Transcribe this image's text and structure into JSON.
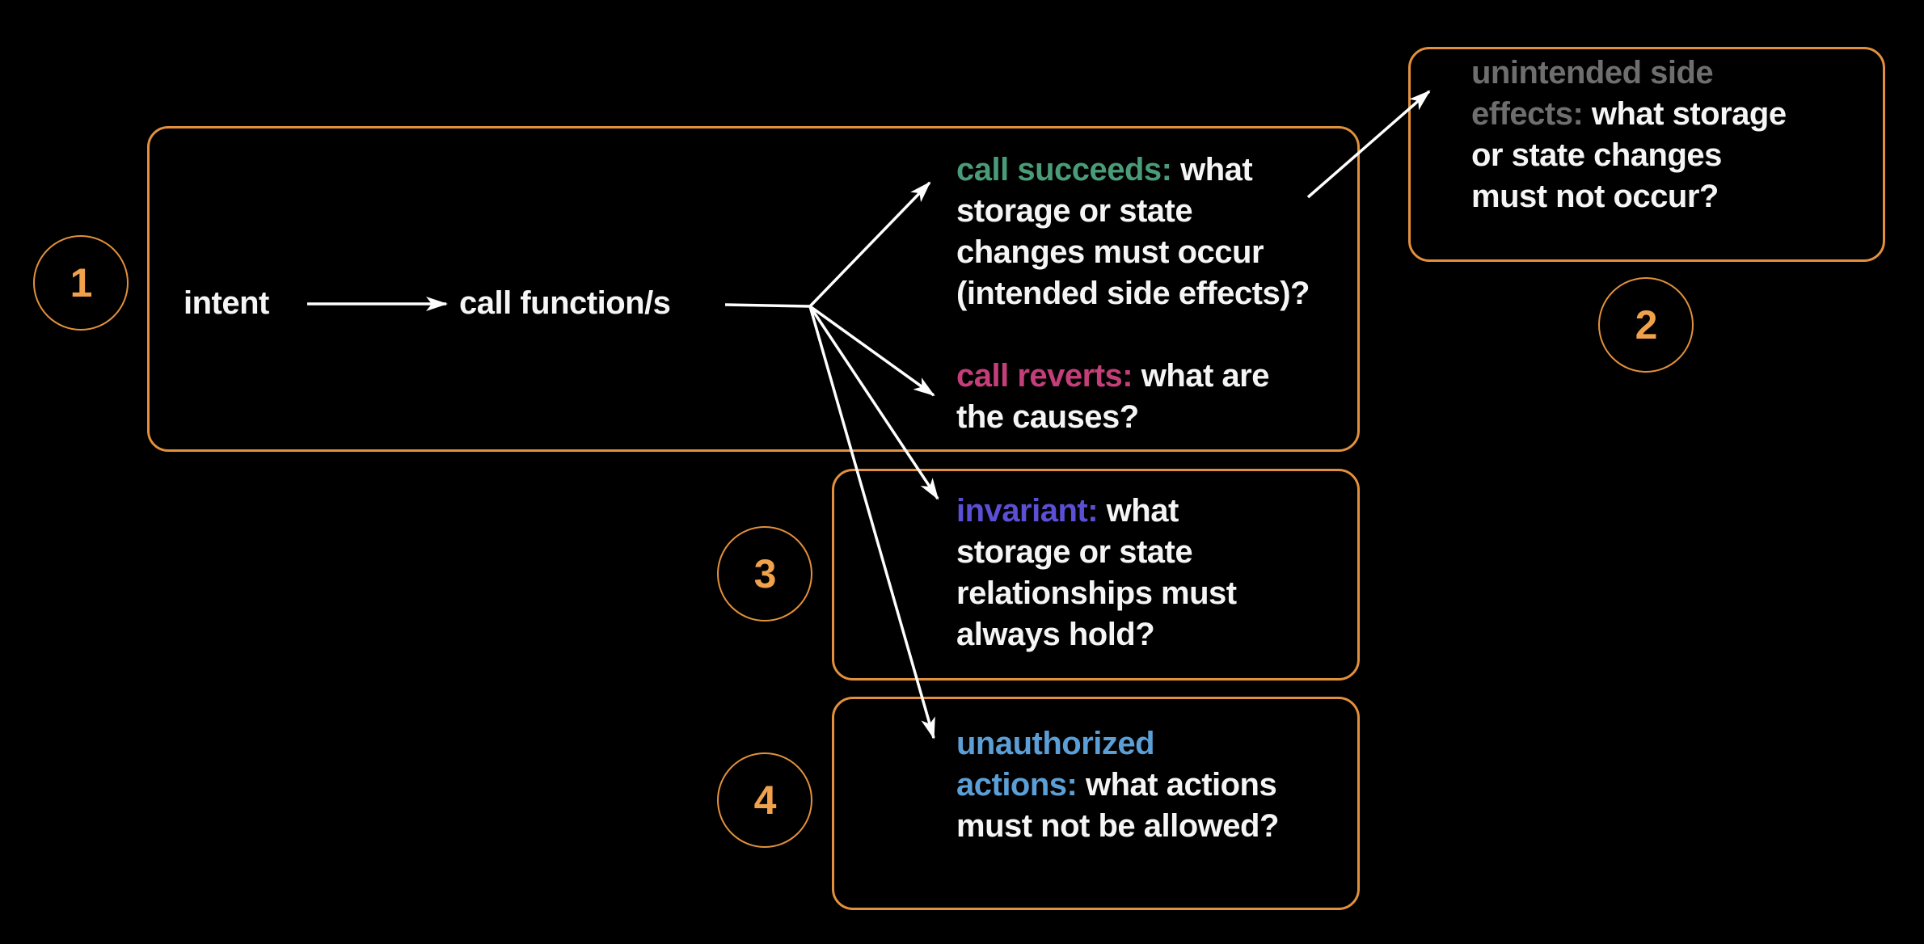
{
  "colors": {
    "background": "#000000",
    "accent": "#e2903c",
    "number": "#f0a14c",
    "text": "#f5f5f5",
    "green": "#4a9b78",
    "pink": "#c43e7a",
    "purple": "#5b4fd6",
    "blue": "#5b9fd6",
    "gray": "#6e6e6e",
    "arrow": "#ffffff"
  },
  "badges": {
    "b1": "1",
    "b2": "2",
    "b3": "3",
    "b4": "4"
  },
  "flow": {
    "intent_label": "intent",
    "call_label": "call function/s"
  },
  "blocks": {
    "succeeds": {
      "lines": [
        [
          {
            "t": "call succeeds:",
            "c": "green"
          },
          {
            "t": " what",
            "c": "text"
          }
        ],
        [
          {
            "t": "storage or state",
            "c": "text"
          }
        ],
        [
          {
            "t": "changes must occur",
            "c": "text"
          }
        ],
        [
          {
            "t": "(intended side effects)?",
            "c": "text"
          }
        ]
      ]
    },
    "reverts": {
      "lines": [
        [
          {
            "t": "call reverts:",
            "c": "pink"
          },
          {
            "t": " what are",
            "c": "text"
          }
        ],
        [
          {
            "t": "the causes?",
            "c": "text"
          }
        ]
      ]
    },
    "unintended": {
      "lines": [
        [
          {
            "t": "unintended side",
            "c": "gray"
          }
        ],
        [
          {
            "t": "effects:",
            "c": "gray"
          },
          {
            "t": " what storage",
            "c": "text"
          }
        ],
        [
          {
            "t": "or state changes",
            "c": "text"
          }
        ],
        [
          {
            "t": "must not occur?",
            "c": "text"
          }
        ]
      ]
    },
    "invariant": {
      "lines": [
        [
          {
            "t": "invariant:",
            "c": "purple"
          },
          {
            "t": " what",
            "c": "text"
          }
        ],
        [
          {
            "t": "storage or state",
            "c": "text"
          }
        ],
        [
          {
            "t": "relationships must",
            "c": "text"
          }
        ],
        [
          {
            "t": "always hold?",
            "c": "text"
          }
        ]
      ]
    },
    "unauthorized": {
      "lines": [
        [
          {
            "t": "unauthorized",
            "c": "blue"
          }
        ],
        [
          {
            "t": "actions:",
            "c": "blue"
          },
          {
            "t": " what actions",
            "c": "text"
          }
        ],
        [
          {
            "t": "must not be allowed?",
            "c": "text"
          }
        ]
      ]
    }
  }
}
